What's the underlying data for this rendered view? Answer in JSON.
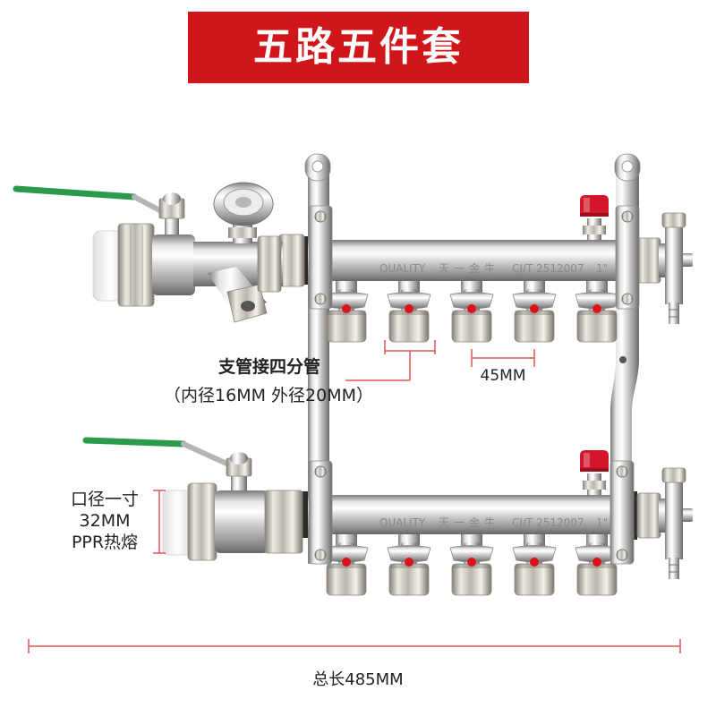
{
  "banner": {
    "title": "五路五件套"
  },
  "annotations": {
    "branch_pipe": {
      "line1": "支管接四分管",
      "line2": "（内径16MM 外径20MM）"
    },
    "outlet_spacing": "45MM",
    "inlet": {
      "line1": "口径一寸",
      "line2": "32MM",
      "line3": "PPR热熔"
    },
    "total_length": "总长485MM"
  },
  "engraving": {
    "brand_en": "QUALITY",
    "brand_cn": "天一金牛",
    "standard": "CJ/T 2512007",
    "size": "1\""
  },
  "colors": {
    "banner_bg": "#d0161b",
    "banner_text": "#ffffff",
    "dimension_line": "#e05555",
    "lever_green": "#2c9a4c",
    "vent_red": "#d3162a",
    "valve_dot_red": "#d8141c",
    "label_text": "#222222"
  }
}
